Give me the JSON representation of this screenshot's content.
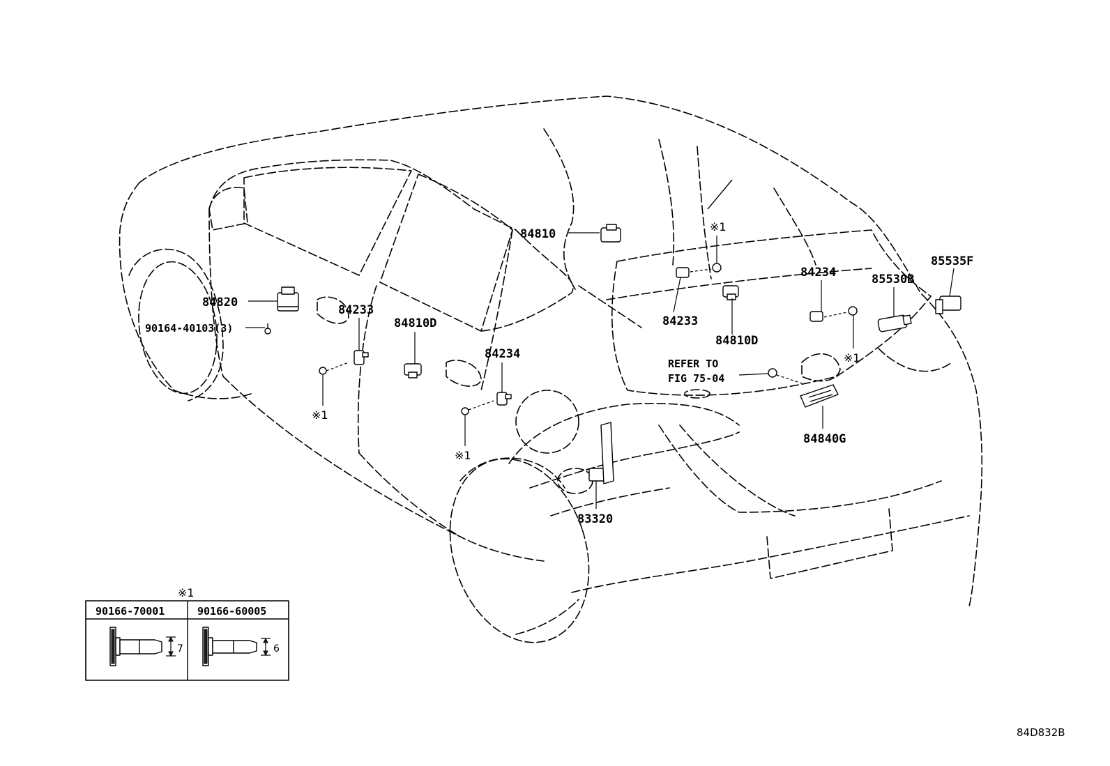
{
  "callouts": {
    "p84810": "84810",
    "p84820": "84820",
    "p90164": "90164-40103(3)",
    "p84233_left": "84233",
    "p84810D_left": "84810D",
    "p84234_left": "84234",
    "p84233_right": "84233",
    "p84810D_right": "84810D",
    "p84234_right": "84234",
    "p85530B": "85530B",
    "p85535F": "85535F",
    "p84840G": "84840G",
    "p83320": "83320"
  },
  "refer": {
    "line1": "REFER TO",
    "line2": "FIG 75-04"
  },
  "note_mark": "※1",
  "legend": {
    "title": "※1",
    "columns": [
      {
        "part_no": "90166-70001",
        "dimension": "7"
      },
      {
        "part_no": "90166-60005",
        "dimension": "6"
      }
    ]
  },
  "figure_id": "84D832B"
}
